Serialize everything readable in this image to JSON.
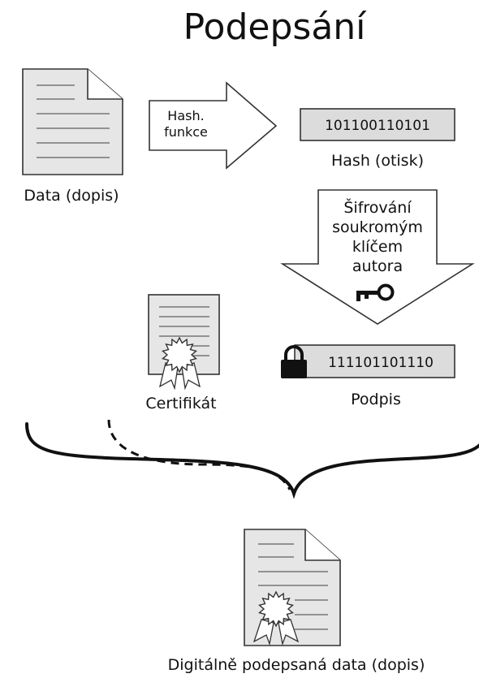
{
  "title": "Podepsání",
  "data_label": "Data (dopis)",
  "hash_function": {
    "line1": "Hash.",
    "line2": "funkce"
  },
  "hash_value": "101100110101",
  "hash_label": "Hash (otisk)",
  "encryption": {
    "line1": "Šifrování",
    "line2": "soukromým",
    "line3": "klíčem",
    "line4": "autora"
  },
  "signature_value": "111101101110",
  "signature_label": "Podpis",
  "certificate_label": "Certifikát",
  "result_label": "Digitálně podepsaná data (dopis)",
  "colors": {
    "box_fill": "#dcdcdc",
    "stroke": "#111111",
    "background": "#ffffff"
  },
  "icons": [
    "document-icon",
    "certificate-icon",
    "key-icon",
    "lock-icon",
    "seal-icon",
    "brace"
  ]
}
